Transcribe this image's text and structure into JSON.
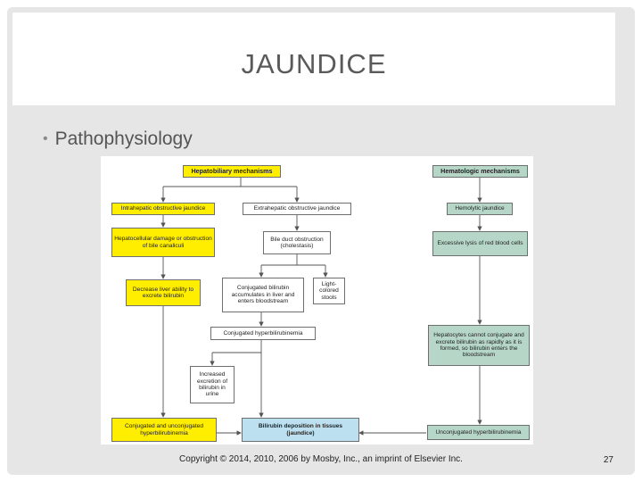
{
  "slide": {
    "title": "JAUNDICE",
    "bullet": "Pathophysiology",
    "copyright": "Copyright © 2014, 2010, 2006 by Mosby, Inc., an imprint of Elsevier Inc.",
    "page_number": "27"
  },
  "diagram": {
    "nodes": {
      "hepatobiliary": "Hepatobiliary mechanisms",
      "hematologic": "Hematologic mechanisms",
      "intrahepatic": "Intrahepatic obstructive jaundice",
      "extrahepatic": "Extrahepatic obstructive jaundice",
      "hemolytic": "Hemolytic jaundice",
      "hepatocellular": "Hepatocellular damage or obstruction of bile canaliculi",
      "bile_duct": "Bile duct obstruction (cholestasis)",
      "lysis": "Excessive lysis of red blood cells",
      "decrease_liver": "Decrease liver ability to excrete bilirubin",
      "conj_accum": "Conjugated bilirubin accumulates in liver and enters bloodstream",
      "light_stools": "Light-colored stools",
      "conj_hyper": "Conjugated hyperbilirubinemia",
      "hepatocytes": "Hepatocytes cannot conjugate and excrete bilirubin as rapidly as it is formed, so bilirubin enters the bloodstream",
      "increased_excretion": "Increased excretion of bilirubin in urine",
      "conj_unconj": "Conjugated and unconjugated hyperbilirubinemia",
      "deposition": "Bilirubin deposition in tissues (jaundice)",
      "unconj_hyper": "Unconjugated hyperbilirubinemia"
    },
    "colors": {
      "yellow": "#ffee00",
      "blue": "#bde0f0",
      "green": "#b6d7c8",
      "line": "#555555"
    }
  }
}
